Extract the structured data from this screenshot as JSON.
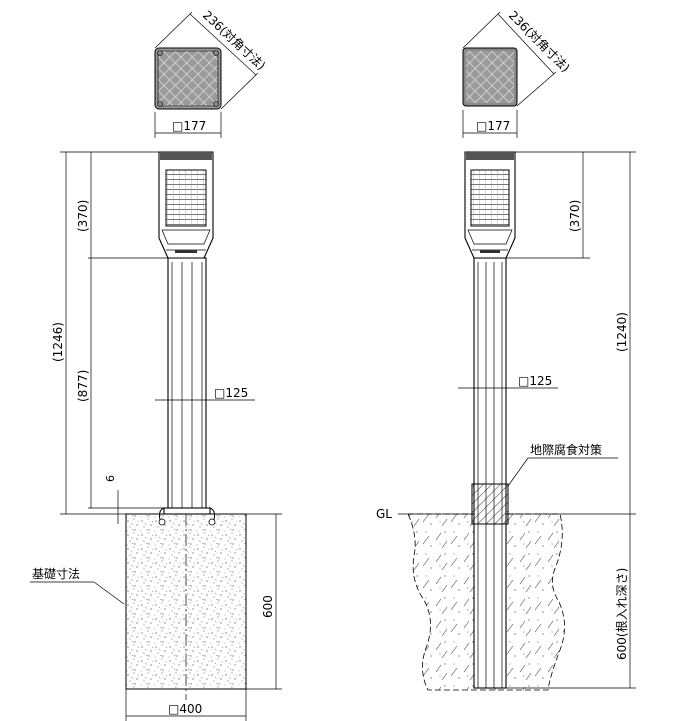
{
  "left": {
    "top_view_diagonal": "236(対角寸法)",
    "top_view_width": "□177",
    "dim_head": "(370)",
    "dim_total": "(1246)",
    "dim_shaft": "(877)",
    "dim_gap": "6",
    "dim_pole": "□125",
    "foundation_label": "基礎寸法",
    "dim_foundation_depth": "600",
    "dim_foundation_width": "□400"
  },
  "right": {
    "top_view_diagonal": "236(対角寸法)",
    "top_view_width": "□177",
    "dim_head": "(370)",
    "dim_total": "(1240)",
    "dim_pole": "□125",
    "corrosion_label": "地際腐食対策",
    "ground_label": "GL",
    "dim_embed": "600(根入れ深さ)"
  }
}
